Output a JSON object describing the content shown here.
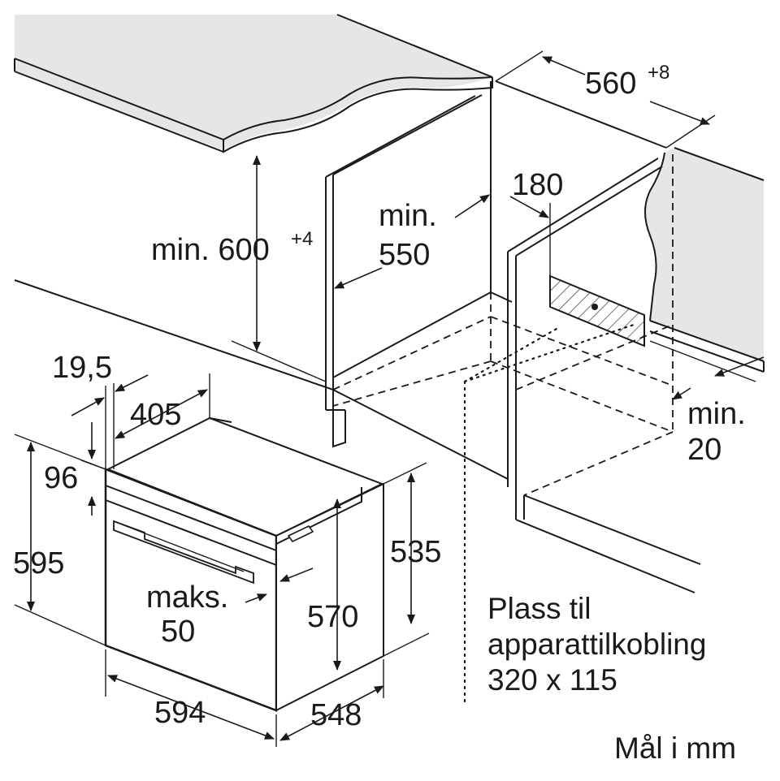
{
  "dimensions": {
    "niche_width": "560",
    "niche_width_tol": "+8",
    "niche_height": "min. 600",
    "niche_height_tol": "+4",
    "niche_depth_line1": "min.",
    "niche_depth_line2": "550",
    "vent_offset": "180",
    "gap_line1": "min.",
    "gap_line2": "20",
    "front_offset": "19,5",
    "top_depth": "405",
    "panel_height": "96",
    "oven_height": "595",
    "max_line1": "maks.",
    "max_line2": "50",
    "body_height": "570",
    "side_height": "535",
    "oven_width": "594",
    "oven_depth": "548"
  },
  "connection_note": {
    "line1": "Plass til",
    "line2": "apparattilkobling",
    "line3": "320 x 115"
  },
  "units_note": "Mål i mm",
  "colors": {
    "line": "#1a1a1a",
    "worktop": "#e6e6e6",
    "hatch": "#1a1a1a"
  }
}
